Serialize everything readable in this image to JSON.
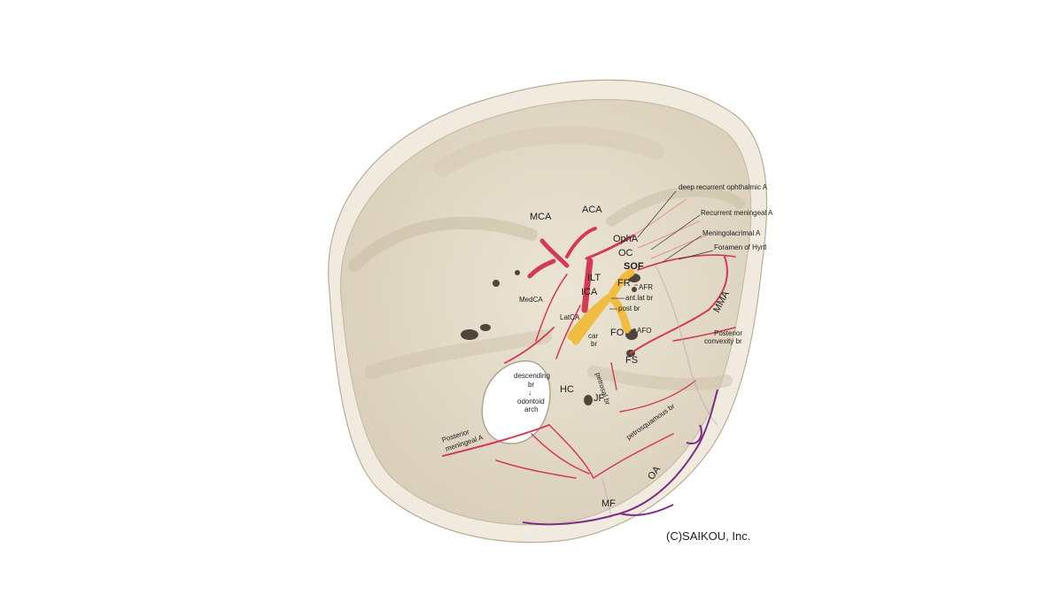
{
  "labels": {
    "MCA": "MCA",
    "ACA": "ACA",
    "OphA": "OphA",
    "OC": "OC",
    "SOF": "SOF",
    "ILT": "ILT",
    "FR": "FR",
    "ICA": "ICA",
    "AFR": "AFR",
    "ant_lat_br": "ant.lat br",
    "post_br": "post br",
    "MedCA": "MedCA",
    "LatCA": "LatCA",
    "FO": "FO",
    "AFO": "AFO",
    "car_br_1": "car",
    "car_br_2": "br",
    "FS": "FS",
    "petrosal_br": "petrosal br",
    "descending_1": "descending",
    "descending_2": "br",
    "descending_arrow": "↓",
    "odontoid_1": "odontoid",
    "odontoid_2": "arch",
    "HC": "HC",
    "JF": "JF",
    "petrosquamous_br": "petrosquamous br",
    "MMA": "MMA",
    "post_convexity_1": "Posterior",
    "post_convexity_2": "convexity  br",
    "deep_recurrent": "deep recurrent ophthalmic A",
    "recurrent_meningeal": "Recurrent meningeal A",
    "meningolacrimal": "Meningolacrimal A",
    "foramen_hyrtl": "Foramen of Hyrtl",
    "post_meningeal_1": "Posterior",
    "post_meningeal_2": "meningeal A",
    "OA": "OA",
    "MF": "MF"
  },
  "copyright": "(C)SAIKOU, Inc.",
  "colors": {
    "bone": "#e6ddcb",
    "bone_shadow": "#c8bca4",
    "bone_rim": "#f1ebdf",
    "artery": "#d23a55",
    "artery_light": "#e27a88",
    "nerve": "#f1b93a",
    "occipital": "#7a2f84",
    "vein_faint": "#b7a3b8"
  }
}
